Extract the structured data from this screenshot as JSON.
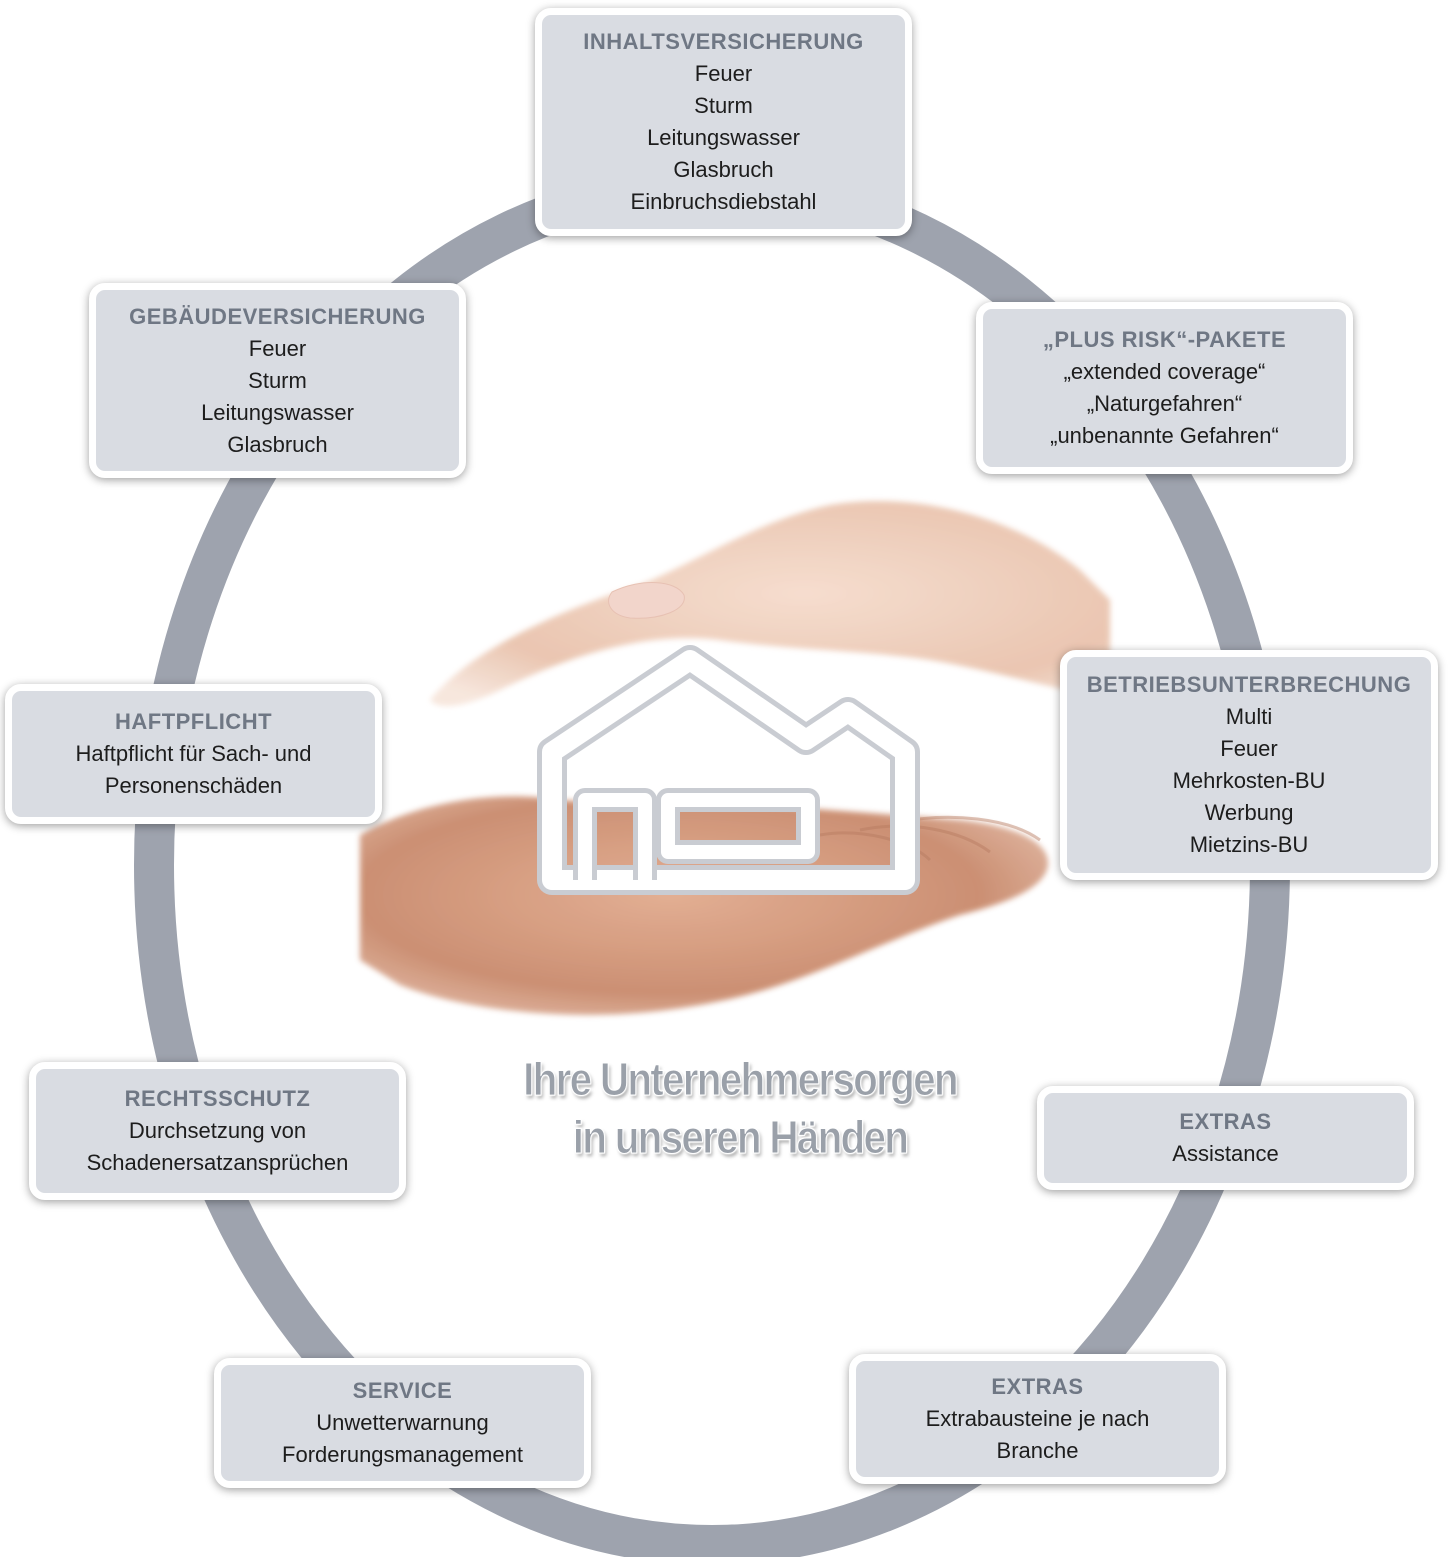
{
  "ring_color": "#9ea3ae",
  "box_fill": "#d9dce2",
  "title_color": "#6f7784",
  "boxes": {
    "inhalt": {
      "title": "INHALTSVERSICHERUNG",
      "items": [
        "Feuer",
        "Sturm",
        "Leitungswasser",
        "Glasbruch",
        "Einbruchsdiebstahl"
      ]
    },
    "gebaeude": {
      "title": "GEBÄUDEVERSICHERUNG",
      "items": [
        "Feuer",
        "Sturm",
        "Leitungswasser",
        "Glasbruch"
      ]
    },
    "plusrisk": {
      "title": "„PLUS RISK“-PAKETE",
      "items": [
        "„extended coverage“",
        "„Naturgefahren“",
        "„unbenannte Gefahren“"
      ]
    },
    "haftpflicht": {
      "title": "HAFTPFLICHT",
      "items": [
        "Haftpflicht für Sach- und",
        "Personenschäden"
      ]
    },
    "betrieb": {
      "title": "BETRIEBSUNTERBRECHUNG",
      "items": [
        "Multi",
        "Feuer",
        "Mehrkosten-BU",
        "Werbung",
        "Mietzins-BU"
      ]
    },
    "rechtsschutz": {
      "title": "RECHTSSCHUTZ",
      "items": [
        "Durchsetzung von",
        "Schadenersatzansprüchen"
      ]
    },
    "extras_assist": {
      "title": "EXTRAS",
      "items": [
        "Assistance"
      ]
    },
    "service": {
      "title": "SERVICE",
      "items": [
        "Unwetterwarnung",
        "Forderungsmanagement"
      ]
    },
    "extras_branche": {
      "title": "EXTRAS",
      "items": [
        "Extrabausteine je nach",
        "Branche"
      ]
    }
  },
  "slogan": {
    "line1": "Ihre Unternehmersorgen",
    "line2": "in unseren Händen"
  },
  "center_image": {
    "icon": "hands-protecting-house-icon"
  }
}
